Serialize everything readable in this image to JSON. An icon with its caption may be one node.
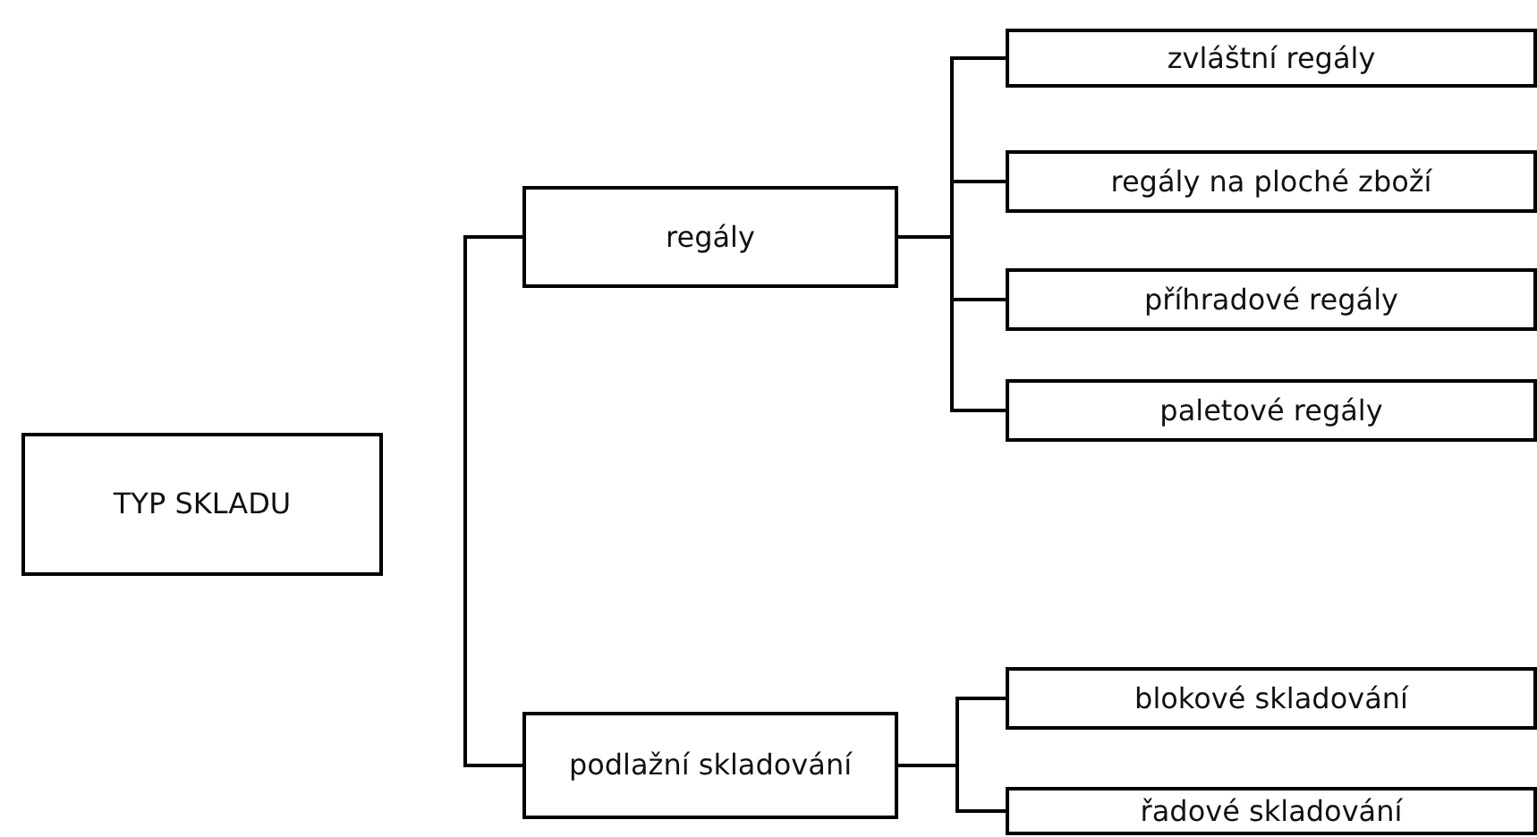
{
  "diagram": {
    "nodes": [
      {
        "text": [
          "TYP SKLADU"
        ]
      },
      {
        "text": [
          "regály"
        ]
      },
      {
        "text": [
          "zvláštní regály"
        ]
      },
      {
        "text": [
          "regály na ploché zboží"
        ]
      },
      {
        "text": [
          "příhradové regály"
        ]
      },
      {
        "text": [
          "paletové regály"
        ]
      },
      {
        "text": [
          "podlažní skladování"
        ]
      },
      {
        "text": [
          "blokové skladování"
        ]
      },
      {
        "text": [
          "řadové skladování"
        ]
      }
    ],
    "edges": [
      {
        "from": 1,
        "to": 6,
        "arrow": "none"
      },
      {
        "from": 1,
        "to": 2,
        "arrow": "none"
      },
      {
        "from": 1,
        "to": 3,
        "arrow": "none"
      },
      {
        "from": 1,
        "to": 4,
        "arrow": "none"
      },
      {
        "from": 1,
        "to": 5,
        "arrow": "none"
      },
      {
        "from": 6,
        "to": 7,
        "arrow": "none"
      },
      {
        "from": 6,
        "to": 8,
        "arrow": "none"
      }
    ]
  }
}
